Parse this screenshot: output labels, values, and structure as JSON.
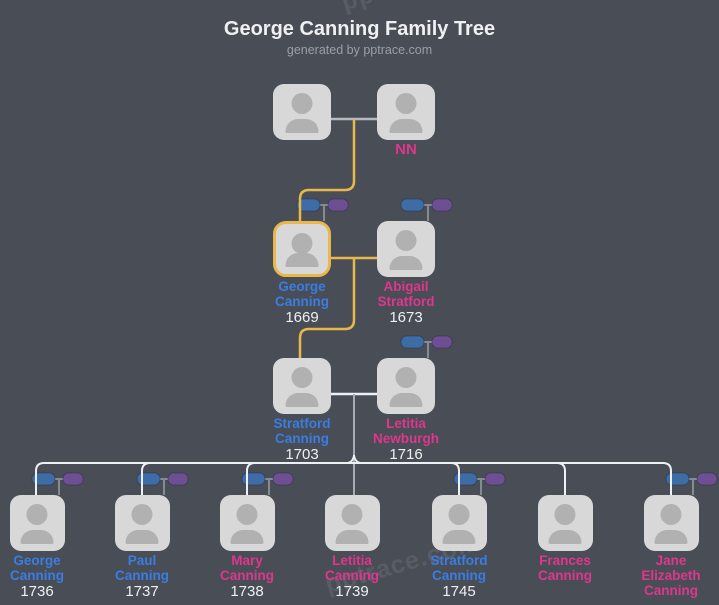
{
  "header": {
    "title": "George Canning Family Tree",
    "subtitle": "generated by pptrace.com"
  },
  "watermark": "pptrace.com",
  "colors": {
    "background": "#484d56",
    "card": "#d8d8d8",
    "silhouette": "#b1b1b1",
    "male": "#3a7de3",
    "female": "#e0368b",
    "year": "#eef0f2",
    "highlight": "#e9b84c",
    "pillBlue": "#3d6ca6",
    "pillPurple": "#6f4f94",
    "lineGray": "#b7bbc1",
    "lineWhite": "#eef1f3",
    "lineDrop": "#a6acb3",
    "stem": "#858b93",
    "title": "#eef0f2",
    "subtitle": "#9aa0a8",
    "watermark": "rgba(255,255,255,0.09)"
  },
  "icons": {
    "person": "person-silhouette",
    "blue_pill": "partner-indicator",
    "purple_pill": "descendants-indicator"
  },
  "people": {
    "father": {
      "lines": [],
      "year": ""
    },
    "mother": {
      "lines": [
        "NN"
      ],
      "year": "",
      "sex": "female"
    },
    "george": {
      "lines": [
        "George",
        "Canning"
      ],
      "year": "1669",
      "sex": "male",
      "highlighted": true
    },
    "abigail": {
      "lines": [
        "Abigail",
        "Stratford"
      ],
      "year": "1673",
      "sex": "female"
    },
    "stratford": {
      "lines": [
        "Stratford",
        "Canning"
      ],
      "year": "1703",
      "sex": "male"
    },
    "letitia": {
      "lines": [
        "Letitia",
        "Newburgh"
      ],
      "year": "1716",
      "sex": "female"
    }
  },
  "children": [
    {
      "lines": [
        "George",
        "Canning"
      ],
      "year": "1736",
      "sex": "male"
    },
    {
      "lines": [
        "Paul",
        "Canning"
      ],
      "year": "1737",
      "sex": "male"
    },
    {
      "lines": [
        "Mary",
        "Canning"
      ],
      "year": "1738",
      "sex": "female"
    },
    {
      "lines": [
        "Letitia",
        "Canning"
      ],
      "year": "1739",
      "sex": "female"
    },
    {
      "lines": [
        "Stratford",
        "Canning"
      ],
      "year": "1745",
      "sex": "male"
    },
    {
      "lines": [
        "Frances",
        "Canning"
      ],
      "year": "",
      "sex": "female"
    },
    {
      "lines": [
        "Jane",
        "Elizabeth",
        "Canning"
      ],
      "year": "",
      "sex": "female"
    }
  ]
}
